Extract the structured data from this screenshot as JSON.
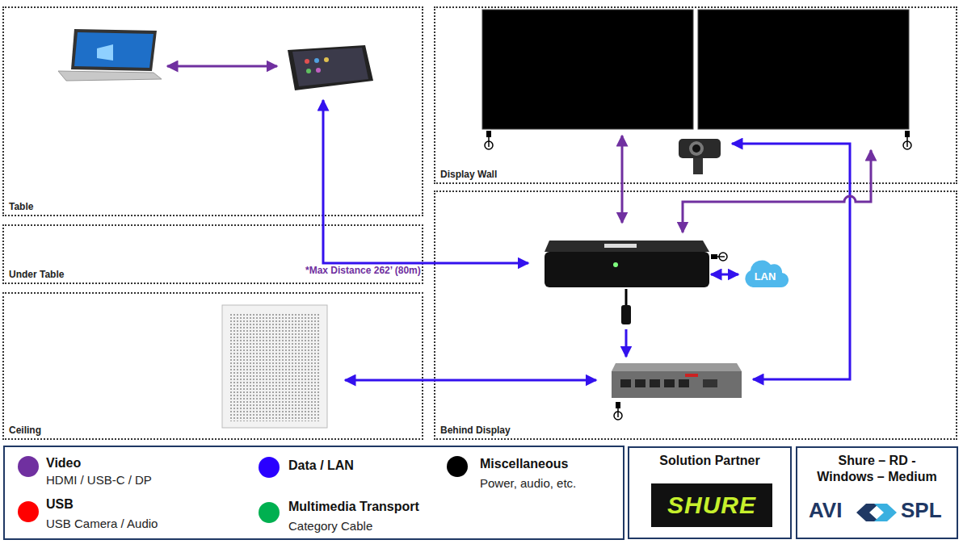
{
  "diagram": {
    "nodes": [
      {
        "text": [
          "Table"
        ]
      },
      {
        "text": [
          "Display Wall"
        ]
      },
      {
        "text": [
          "Under Table"
        ]
      },
      {
        "text": [
          "Ceiling"
        ]
      },
      {
        "text": [
          "Behind Display"
        ]
      },
      {
        "text": [
          "LAN"
        ],
        "in": 4
      },
      {
        "text": [
          "Solution Partner",
          "SHURE"
        ]
      },
      {
        "text": [
          "Shure – RD - Windows – Medium",
          "AVI",
          "SPL"
        ]
      }
    ],
    "labels": [
      "*Max Distance 262’ (80m)",
      "HDMI / USB-C / DP",
      "USB Camera / Audio",
      "Power, audio, etc.",
      "Category Cable"
    ],
    "legend": [
      {
        "text": "Video",
        "color": "#7030a0"
      },
      {
        "text": "Data / LAN",
        "color": "#2a00ff"
      },
      {
        "text": "Miscellaneous",
        "color": "#000000"
      },
      {
        "text": "USB",
        "color": "#ff0000"
      },
      {
        "text": "Multimedia Transport",
        "color": "#00b050"
      }
    ]
  }
}
